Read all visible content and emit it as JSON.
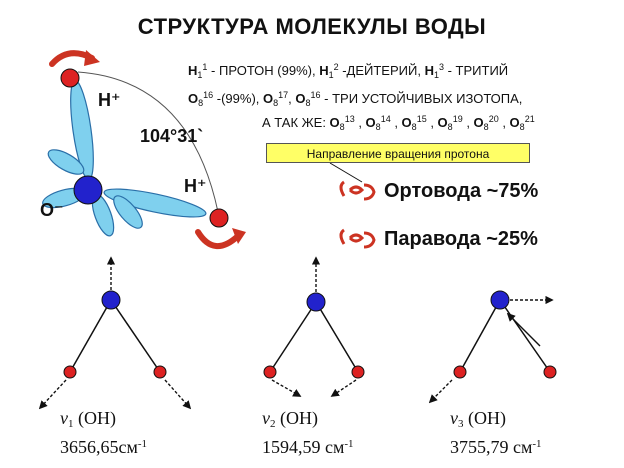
{
  "title": "СТРУКТУРА МОЛЕКУЛЫ ВОДЫ",
  "isotopes": {
    "h1_symbol": "H",
    "h1_sub": "1",
    "h1_sup": "1",
    "h1_text": " - ПРОТОН (99%), ",
    "h2_symbol": "H",
    "h2_sub": "1",
    "h2_sup": "2",
    "h2_text": " -ДЕЙТЕРИЙ, ",
    "h3_symbol": "H",
    "h3_sub": "1",
    "h3_sup": "3",
    "h3_text": " - ТРИТИЙ",
    "o16_symbol": "O",
    "o16_sub": "8",
    "o16_sup": "16",
    "o16_text": " -(99%), ",
    "o17_symbol": "O",
    "o17_sub": "8",
    "o17_sup": "17",
    "o18_symbol": "O",
    "o18_sub": "8",
    "o18_sup": "16",
    "o18_text": " - ТРИ УСТОЙЧИВЫХ ИЗОТОПА,",
    "also_text": "А ТАК ЖЕ: ",
    "also_list": [
      {
        "symbol": "O",
        "sub": "8",
        "sup": "13"
      },
      {
        "symbol": "O",
        "sub": "8",
        "sup": "14"
      },
      {
        "symbol": "O",
        "sub": "8",
        "sup": "15"
      },
      {
        "symbol": "O",
        "sub": "8",
        "sup": "19"
      },
      {
        "symbol": "O",
        "sub": "8",
        "sup": "20"
      },
      {
        "symbol": "O",
        "sub": "8",
        "sup": "21"
      }
    ]
  },
  "legend": "Направление вращения протона",
  "spin": {
    "ortho": "Ортовода ~75%",
    "para": "Паравода ~25%"
  },
  "atoms": {
    "h_top": "H⁺",
    "h_right": "H⁺",
    "oxygen": "O⁻",
    "angle": "104°31`"
  },
  "modes": [
    {
      "nu": "ν",
      "index": "1",
      "group": " (OH)",
      "value": "3656,65см",
      "unit_sup": "-1"
    },
    {
      "nu": "ν",
      "index": "2",
      "group": " (OH)",
      "value": "1594,59 см",
      "unit_sup": "-1"
    },
    {
      "nu": "ν",
      "index": "3",
      "group": " (OH)",
      "value": "3755,79 см",
      "unit_sup": "-1"
    }
  ],
  "colors": {
    "oxygen": "#2222cc",
    "hydrogen": "#dd2222",
    "orbital": "#7fd0ee",
    "rotation_arrow": "#cc3322",
    "legend_bg": "#ffff66"
  }
}
